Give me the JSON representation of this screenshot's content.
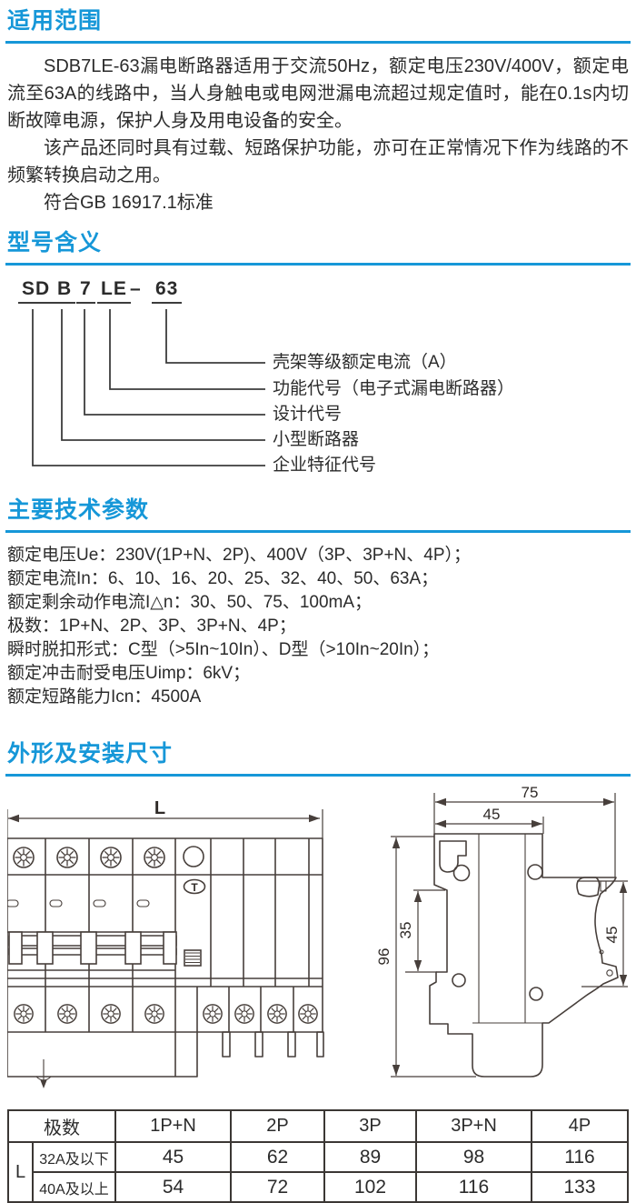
{
  "page": {
    "accent_color": "#1697d8",
    "text_color": "#2b2b2b",
    "drawing_line_color": "#473f3b"
  },
  "sections": {
    "scope": {
      "title": "适用范围",
      "paragraphs": [
        "SDB7LE-63漏电断路器适用于交流50Hz，额定电压230V/400V，额定电流至63A的线路中，当人身触电或电网泄漏电流超过规定值时，能在0.1s内切断故障电源，保护人身及用电设备的安全。",
        "该产品还同时具有过载、短路保护功能，亦可在正常情况下作为线路的不频繁转换启动之用。",
        "符合GB 16917.1标准"
      ]
    },
    "model": {
      "title": "型号含义",
      "code_parts": {
        "enterprise": "SD",
        "mini_breaker": "B",
        "design": "7",
        "function": "LE",
        "dash": "–",
        "frame_current": "63"
      },
      "callouts": [
        "壳架等级额定电流（A）",
        "功能代号（电子式漏电断路器）",
        "设计代号",
        "小型断路器",
        "企业特征代号"
      ]
    },
    "params": {
      "title": "主要技术参数",
      "lines": [
        "额定电压Ue：230V(1P+N、2P)、400V（3P、3P+N、4P）；",
        "额定电流In：6、10、16、20、25、32、40、50、63A；",
        "额定剩余动作电流I△n：30、50、75、100mA；",
        "极数：1P+N、2P、3P、3P+N、4P；",
        "瞬时脱扣形式：C型（>5In~10In）、D型（>10In~20In）；",
        "额定冲击耐受电压Uimp：6kV；",
        "额定短路能力Icn：4500A"
      ]
    },
    "dimensions": {
      "title": "外形及安装尺寸",
      "drawing_labels": {
        "front_width": "L",
        "side_total_width": "75",
        "side_body_width": "45",
        "side_height": "96",
        "din_rail_height": "35",
        "side_face_height": "45",
        "test_button": "T"
      }
    }
  },
  "table": {
    "header_pole": "极数",
    "pole_columns": [
      "1P+N",
      "2P",
      "3P",
      "3P+N",
      "4P"
    ],
    "group_label": "L",
    "rows": [
      {
        "label": "32A及以下",
        "values": [
          "45",
          "62",
          "89",
          "98",
          "116"
        ]
      },
      {
        "label": "40A及以上",
        "values": [
          "54",
          "72",
          "102",
          "116",
          "133"
        ]
      }
    ]
  }
}
